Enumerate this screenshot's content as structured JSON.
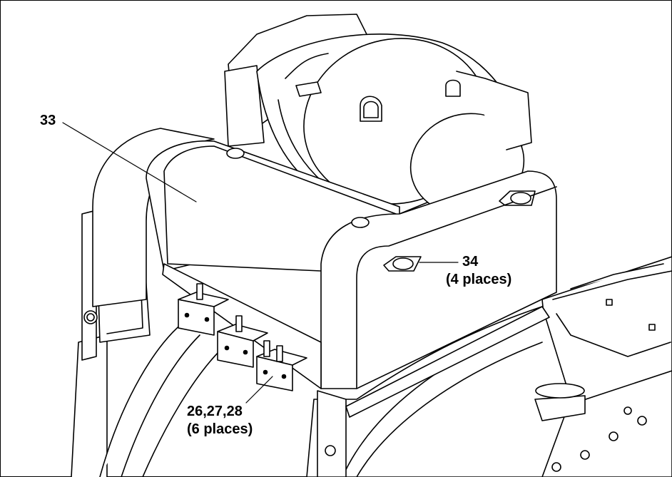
{
  "callouts": {
    "c33": {
      "text": "33"
    },
    "c34": {
      "number": "34",
      "note": "(4 places)"
    },
    "c26": {
      "number": "26,27,28",
      "note": "(6 places)"
    }
  }
}
